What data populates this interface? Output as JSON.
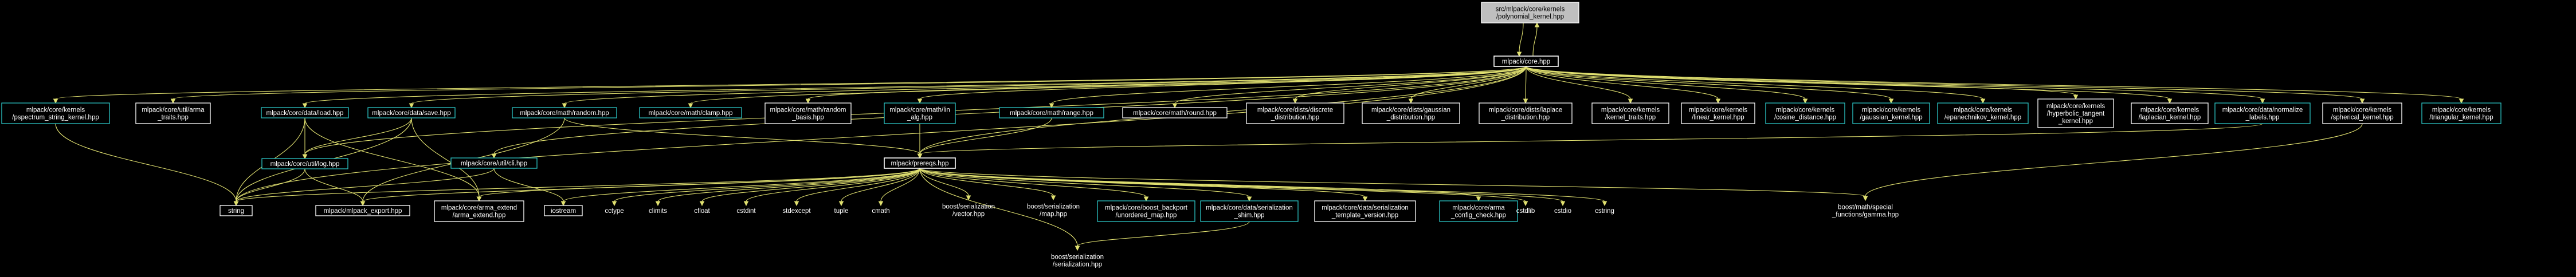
{
  "colors": {
    "background": "#000000",
    "edge": "#e0e070",
    "documented_border": "#2bc4c4",
    "plain_border": "#ffffff",
    "root_fill": "#bfbfbf"
  },
  "nodes": [
    {
      "id": "root",
      "kind": "root",
      "lines": [
        "src/mlpack/core/kernels",
        "/polynomial_kernel.hpp"
      ]
    },
    {
      "id": "core",
      "kind": "core",
      "lines": [
        "mlpack/core.hpp"
      ]
    },
    {
      "id": "pspectrum",
      "kind": "doc",
      "lines": [
        "mlpack/core/kernels",
        "/pspectrum_string_kernel.hpp"
      ]
    },
    {
      "id": "arma_traits",
      "kind": "normal",
      "lines": [
        "mlpack/core/util/arma",
        "_traits.hpp"
      ]
    },
    {
      "id": "load",
      "kind": "doc",
      "lines": [
        "mlpack/core/data/load.hpp"
      ]
    },
    {
      "id": "save",
      "kind": "doc",
      "lines": [
        "mlpack/core/data/save.hpp"
      ]
    },
    {
      "id": "random",
      "kind": "doc",
      "lines": [
        "mlpack/core/math/random.hpp"
      ]
    },
    {
      "id": "clamp",
      "kind": "doc",
      "lines": [
        "mlpack/core/math/clamp.hpp"
      ]
    },
    {
      "id": "random_basis",
      "kind": "normal",
      "lines": [
        "mlpack/core/math/random",
        "_basis.hpp"
      ]
    },
    {
      "id": "lin_alg",
      "kind": "doc",
      "lines": [
        "mlpack/core/math/lin",
        "_alg.hpp"
      ]
    },
    {
      "id": "range",
      "kind": "doc",
      "lines": [
        "mlpack/core/math/range.hpp"
      ]
    },
    {
      "id": "round",
      "kind": "normal",
      "lines": [
        "mlpack/core/math/round.hpp"
      ]
    },
    {
      "id": "discrete",
      "kind": "normal",
      "lines": [
        "mlpack/core/dists/discrete",
        "_distribution.hpp"
      ]
    },
    {
      "id": "gaussian_dist",
      "kind": "normal",
      "lines": [
        "mlpack/core/dists/gaussian",
        "_distribution.hpp"
      ]
    },
    {
      "id": "laplace_dist",
      "kind": "normal",
      "lines": [
        "mlpack/core/dists/laplace",
        "_distribution.hpp"
      ]
    },
    {
      "id": "kernel_traits",
      "kind": "normal",
      "lines": [
        "mlpack/core/kernels",
        "/kernel_traits.hpp"
      ]
    },
    {
      "id": "linear_kernel",
      "kind": "normal",
      "lines": [
        "mlpack/core/kernels",
        "/linear_kernel.hpp"
      ]
    },
    {
      "id": "cosine_distance",
      "kind": "doc",
      "lines": [
        "mlpack/core/kernels",
        "/cosine_distance.hpp"
      ]
    },
    {
      "id": "gaussian_kernel",
      "kind": "doc",
      "lines": [
        "mlpack/core/kernels",
        "/gaussian_kernel.hpp"
      ]
    },
    {
      "id": "epanechnikov",
      "kind": "doc",
      "lines": [
        "mlpack/core/kernels",
        "/epanechnikov_kernel.hpp"
      ]
    },
    {
      "id": "hyperbolic",
      "kind": "normal",
      "lines": [
        "mlpack/core/kernels",
        "/hyperbolic_tangent",
        "_kernel.hpp"
      ]
    },
    {
      "id": "laplacian",
      "kind": "normal",
      "lines": [
        "mlpack/core/kernels",
        "/laplacian_kernel.hpp"
      ]
    },
    {
      "id": "normalize_labels",
      "kind": "doc",
      "lines": [
        "mlpack/core/data/normalize",
        "_labels.hpp"
      ]
    },
    {
      "id": "spherical",
      "kind": "normal",
      "lines": [
        "mlpack/core/kernels",
        "/spherical_kernel.hpp"
      ]
    },
    {
      "id": "triangular",
      "kind": "doc",
      "lines": [
        "mlpack/core/kernels",
        "/triangular_kernel.hpp"
      ]
    },
    {
      "id": "log",
      "kind": "doc",
      "lines": [
        "mlpack/core/util/log.hpp"
      ]
    },
    {
      "id": "cli",
      "kind": "doc",
      "lines": [
        "mlpack/core/util/cli.hpp"
      ]
    },
    {
      "id": "prereqs",
      "kind": "core",
      "lines": [
        "mlpack/prereqs.hpp"
      ]
    },
    {
      "id": "string",
      "kind": "normal",
      "lines": [
        "string"
      ]
    },
    {
      "id": "mlpack_export",
      "kind": "normal",
      "lines": [
        "mlpack/mlpack_export.hpp"
      ]
    },
    {
      "id": "arma_extend",
      "kind": "normal",
      "lines": [
        "mlpack/core/arma_extend",
        "/arma_extend.hpp"
      ]
    },
    {
      "id": "iostream",
      "kind": "normal",
      "lines": [
        "iostream"
      ]
    },
    {
      "id": "cctype",
      "kind": "nobox",
      "lines": [
        "cctype"
      ]
    },
    {
      "id": "climits",
      "kind": "nobox",
      "lines": [
        "climits"
      ]
    },
    {
      "id": "cfloat",
      "kind": "nobox",
      "lines": [
        "cfloat"
      ]
    },
    {
      "id": "cstdint",
      "kind": "nobox",
      "lines": [
        "cstdint"
      ]
    },
    {
      "id": "stdexcept",
      "kind": "nobox",
      "lines": [
        "stdexcept"
      ]
    },
    {
      "id": "tuple",
      "kind": "nobox",
      "lines": [
        "tuple"
      ]
    },
    {
      "id": "cmath",
      "kind": "nobox",
      "lines": [
        "cmath"
      ]
    },
    {
      "id": "boost_vector",
      "kind": "nobox",
      "lines": [
        "boost/serialization",
        "/vector.hpp"
      ]
    },
    {
      "id": "boost_map",
      "kind": "nobox",
      "lines": [
        "boost/serialization",
        "/map.hpp"
      ]
    },
    {
      "id": "boost_backport",
      "kind": "doc",
      "lines": [
        "mlpack/core/boost_backport",
        "/unordered_map.hpp"
      ]
    },
    {
      "id": "ser_shim",
      "kind": "doc",
      "lines": [
        "mlpack/core/data/serialization",
        "_shim.hpp"
      ]
    },
    {
      "id": "ser_template",
      "kind": "normal",
      "lines": [
        "mlpack/core/data/serialization",
        "_template_version.hpp"
      ]
    },
    {
      "id": "arma_config",
      "kind": "doc",
      "lines": [
        "mlpack/core/arma",
        "_config_check.hpp"
      ]
    },
    {
      "id": "cstdlib",
      "kind": "nobox",
      "lines": [
        "cstdlib"
      ]
    },
    {
      "id": "cstdio",
      "kind": "nobox",
      "lines": [
        "cstdio"
      ]
    },
    {
      "id": "cstring",
      "kind": "nobox",
      "lines": [
        "cstring"
      ]
    },
    {
      "id": "gamma",
      "kind": "nobox",
      "lines": [
        "boost/math/special",
        "_functions/gamma.hpp"
      ]
    },
    {
      "id": "boost_serialization",
      "kind": "nobox",
      "lines": [
        "boost/serialization",
        "/serialization.hpp"
      ]
    }
  ],
  "edges": [
    [
      "root",
      "core"
    ],
    [
      "core",
      "root"
    ],
    [
      "core",
      "pspectrum"
    ],
    [
      "core",
      "arma_traits"
    ],
    [
      "core",
      "load"
    ],
    [
      "core",
      "save"
    ],
    [
      "core",
      "random"
    ],
    [
      "core",
      "clamp"
    ],
    [
      "core",
      "random_basis"
    ],
    [
      "core",
      "lin_alg"
    ],
    [
      "core",
      "range"
    ],
    [
      "core",
      "round"
    ],
    [
      "core",
      "discrete"
    ],
    [
      "core",
      "gaussian_dist"
    ],
    [
      "core",
      "laplace_dist"
    ],
    [
      "core",
      "kernel_traits"
    ],
    [
      "core",
      "linear_kernel"
    ],
    [
      "core",
      "cosine_distance"
    ],
    [
      "core",
      "gaussian_kernel"
    ],
    [
      "core",
      "epanechnikov"
    ],
    [
      "core",
      "hyperbolic"
    ],
    [
      "core",
      "laplacian"
    ],
    [
      "core",
      "normalize_labels"
    ],
    [
      "core",
      "spherical"
    ],
    [
      "core",
      "triangular"
    ],
    [
      "core",
      "log"
    ],
    [
      "core",
      "cli"
    ],
    [
      "core",
      "prereqs"
    ],
    [
      "core",
      "string"
    ],
    [
      "pspectrum",
      "string"
    ],
    [
      "load",
      "log"
    ],
    [
      "load",
      "string"
    ],
    [
      "load",
      "arma_extend"
    ],
    [
      "save",
      "log"
    ],
    [
      "save",
      "string"
    ],
    [
      "save",
      "arma_extend"
    ],
    [
      "random",
      "prereqs"
    ],
    [
      "random",
      "mlpack_export"
    ],
    [
      "lin_alg",
      "prereqs"
    ],
    [
      "range",
      "prereqs"
    ],
    [
      "normalize_labels",
      "prereqs"
    ],
    [
      "spherical",
      "gamma"
    ],
    [
      "cli",
      "string"
    ],
    [
      "cli",
      "iostream"
    ],
    [
      "log",
      "string"
    ],
    [
      "log",
      "mlpack_export"
    ],
    [
      "prereqs",
      "arma_extend"
    ],
    [
      "prereqs",
      "iostream"
    ],
    [
      "prereqs",
      "cctype"
    ],
    [
      "prereqs",
      "climits"
    ],
    [
      "prereqs",
      "cfloat"
    ],
    [
      "prereqs",
      "cstdint"
    ],
    [
      "prereqs",
      "stdexcept"
    ],
    [
      "prereqs",
      "tuple"
    ],
    [
      "prereqs",
      "cmath"
    ],
    [
      "prereqs",
      "boost_vector"
    ],
    [
      "prereqs",
      "boost_map"
    ],
    [
      "prereqs",
      "boost_backport"
    ],
    [
      "prereqs",
      "ser_shim"
    ],
    [
      "prereqs",
      "ser_template"
    ],
    [
      "prereqs",
      "arma_config"
    ],
    [
      "prereqs",
      "cstdlib"
    ],
    [
      "prereqs",
      "cstdio"
    ],
    [
      "prereqs",
      "cstring"
    ],
    [
      "prereqs",
      "gamma"
    ],
    [
      "prereqs",
      "boost_serialization"
    ],
    [
      "prereqs",
      "string"
    ],
    [
      "ser_shim",
      "boost_serialization"
    ],
    [
      "prereqs",
      "mlpack_export"
    ]
  ]
}
